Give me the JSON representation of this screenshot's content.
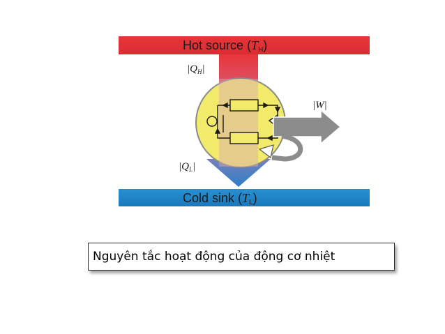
{
  "diagram": {
    "hot_label_text": "Hot source (",
    "hot_label_sym": "T",
    "hot_label_sub": "H",
    "hot_label_close": ")",
    "cold_label_text": "Cold sink (",
    "cold_label_sym": "T",
    "cold_label_sub": "L",
    "cold_label_close": ")",
    "qh_label": "|Q",
    "qh_sub": "H",
    "ql_label": "|Q",
    "ql_sub": "L",
    "w_label": "|W|",
    "bar_close": "|",
    "colors": {
      "hot": "#e8353a",
      "cold": "#1f86c8",
      "engine": "#f2ea6a",
      "work_arrow": "#8c8c8c"
    }
  },
  "caption": {
    "text": "Nguyên tắc hoạt động của động cơ nhiệt"
  }
}
